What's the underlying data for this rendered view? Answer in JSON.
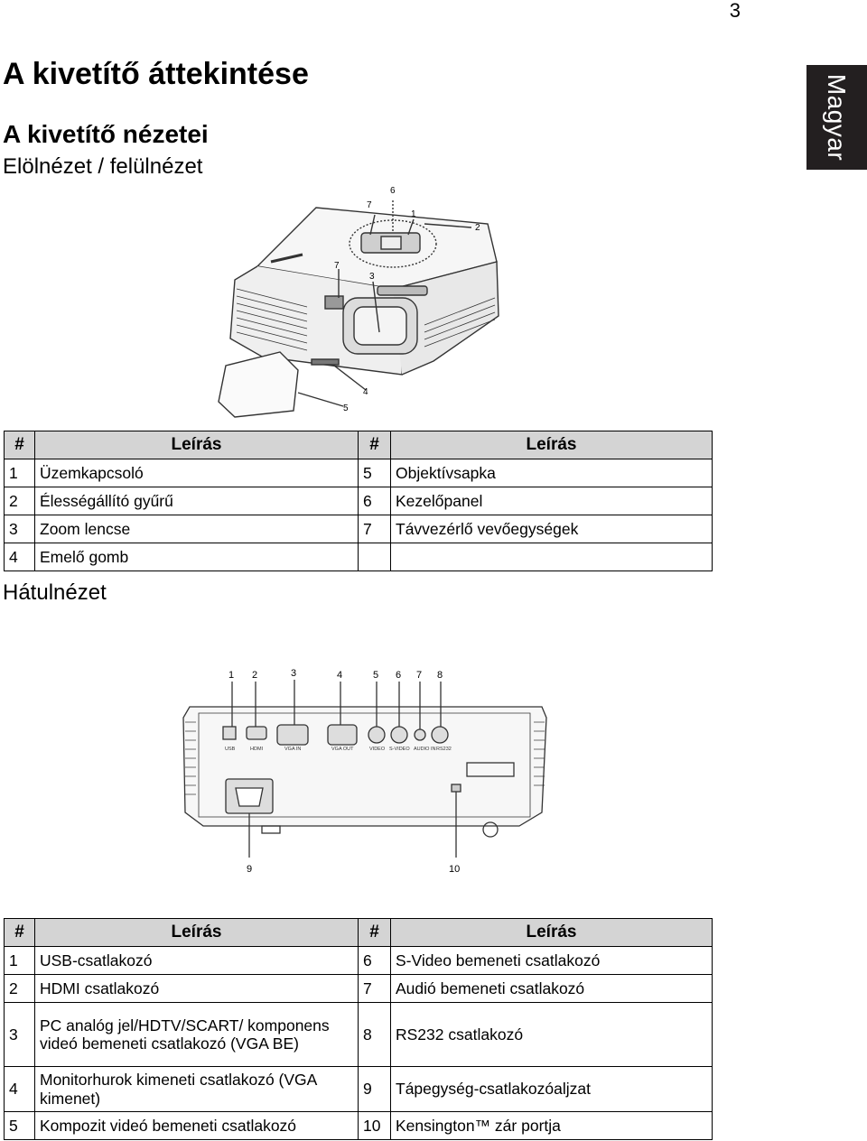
{
  "page_number": "3",
  "language_tab": "Magyar",
  "title": "A kivetítő áttekintése",
  "subtitle": "A kivetítő nézetei",
  "front_view": {
    "heading": "Elölnézet / felülnézet",
    "callouts": [
      "1",
      "2",
      "3",
      "4",
      "5",
      "6",
      "7"
    ],
    "table": {
      "headers": [
        "#",
        "Leírás",
        "#",
        "Leírás"
      ],
      "rows": [
        [
          "1",
          "Üzemkapcsoló",
          "5",
          "Objektívsapka"
        ],
        [
          "2",
          "Élességállító gyűrű",
          "6",
          "Kezelőpanel"
        ],
        [
          "3",
          "Zoom lencse",
          "7",
          "Távvezérlő vevőegységek"
        ],
        [
          "4",
          "Emelő gomb",
          "",
          ""
        ]
      ]
    }
  },
  "rear_view": {
    "heading": "Hátulnézet",
    "callouts": [
      "1",
      "2",
      "3",
      "4",
      "5",
      "6",
      "7",
      "8",
      "9",
      "10"
    ],
    "port_labels": [
      "USB",
      "HDMI",
      "VGA IN",
      "VGA OUT",
      "VIDEO",
      "S-VIDEO",
      "AUDIO IN",
      "RS232"
    ],
    "table": {
      "headers": [
        "#",
        "Leírás",
        "#",
        "Leírás"
      ],
      "rows": [
        [
          "1",
          "USB-csatlakozó",
          "6",
          "S-Video bemeneti csatlakozó"
        ],
        [
          "2",
          "HDMI csatlakozó",
          "7",
          "Audió bemeneti csatlakozó"
        ],
        [
          "3",
          "PC analóg jel/HDTV/SCART/ komponens videó bemeneti csatlakozó (VGA BE)",
          "8",
          "RS232 csatlakozó"
        ],
        [
          "4",
          "Monitorhurok kimeneti csatlakozó (VGA kimenet)",
          "9",
          "Tápegység-csatlakozóaljzat"
        ],
        [
          "5",
          "Kompozit videó bemeneti csatlakozó",
          "10",
          "Kensington™ zár portja"
        ]
      ]
    }
  }
}
